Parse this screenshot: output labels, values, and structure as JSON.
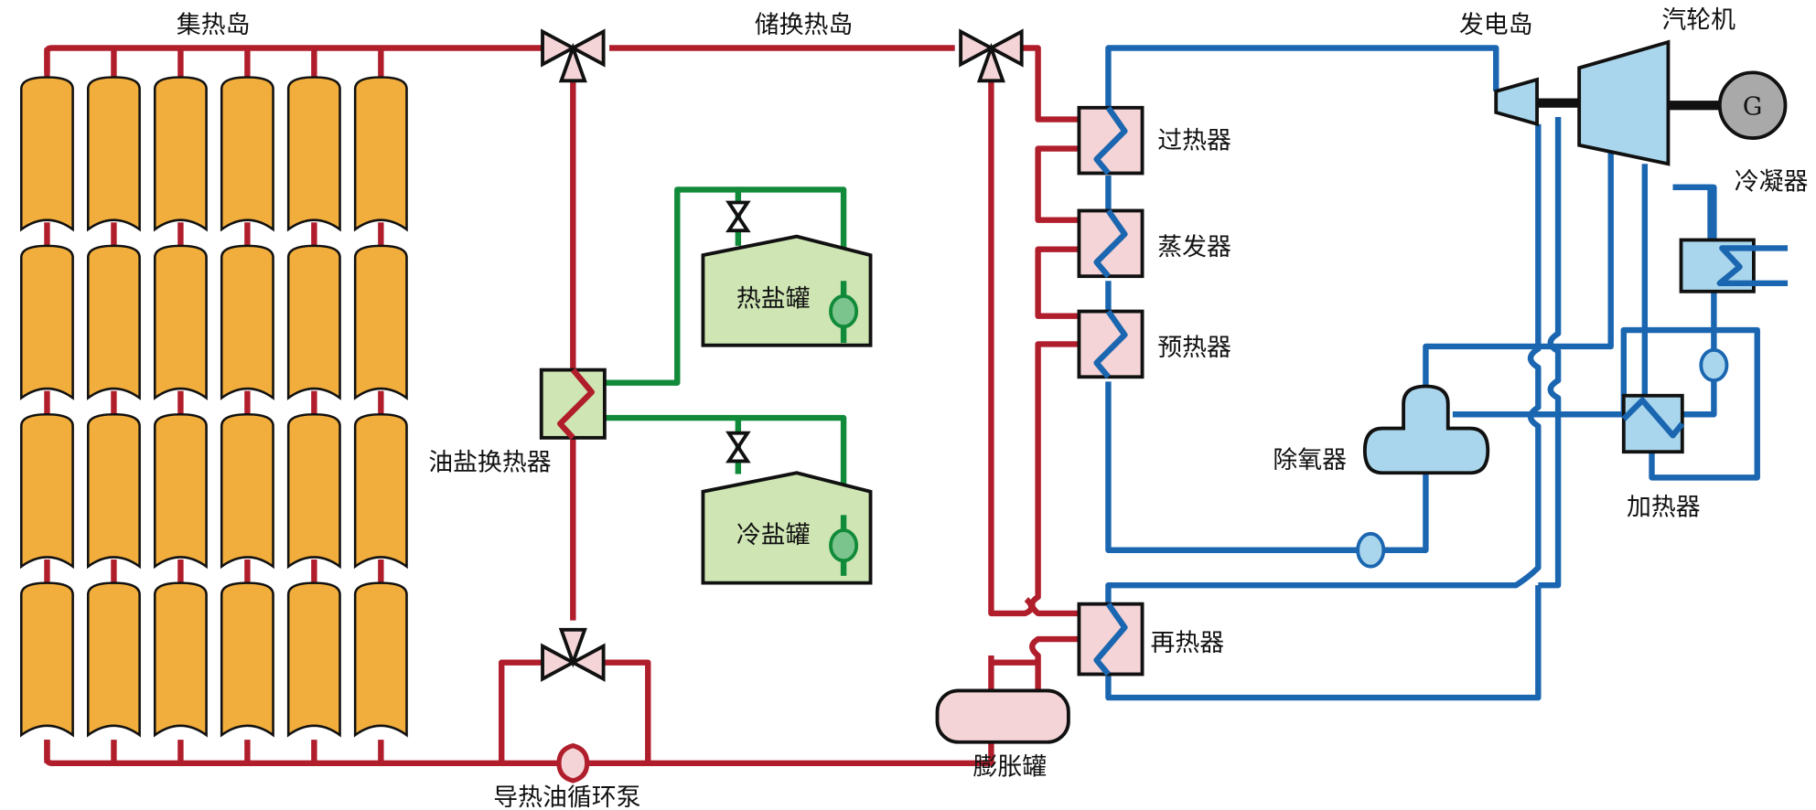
{
  "title": "槽式太阳能热发电系统示意图",
  "colors": {
    "oil_pipe": "#b01e2c",
    "salt_pipe": "#118a3a",
    "water_pipe": "#1b66b0",
    "collector": "#f2ae3d",
    "oil_equipment": "#f4d4d6",
    "salt_equipment": "#cfe6b4",
    "water_equipment": "#a9d6ec",
    "generator": "#a9a9a9"
  },
  "sections": {
    "collector_island": "集热岛",
    "storage_island": "储换热岛",
    "power_island": "发电岛"
  },
  "collector_field": {
    "rows": 4,
    "columns": 6
  },
  "labels": {
    "turbine": "汽轮机",
    "generator": "G",
    "condenser": "冷凝器",
    "superheater": "过热器",
    "evaporator": "蒸发器",
    "preheater": "预热器",
    "reheater": "再热器",
    "deaerator": "除氧器",
    "heater": "加热器",
    "oil_salt_hx": "油盐换热器",
    "hot_salt_tank": "热盐罐",
    "cold_salt_tank": "冷盐罐",
    "expansion_tank": "膨胀罐",
    "oil_pump": "导热油循环泵"
  }
}
